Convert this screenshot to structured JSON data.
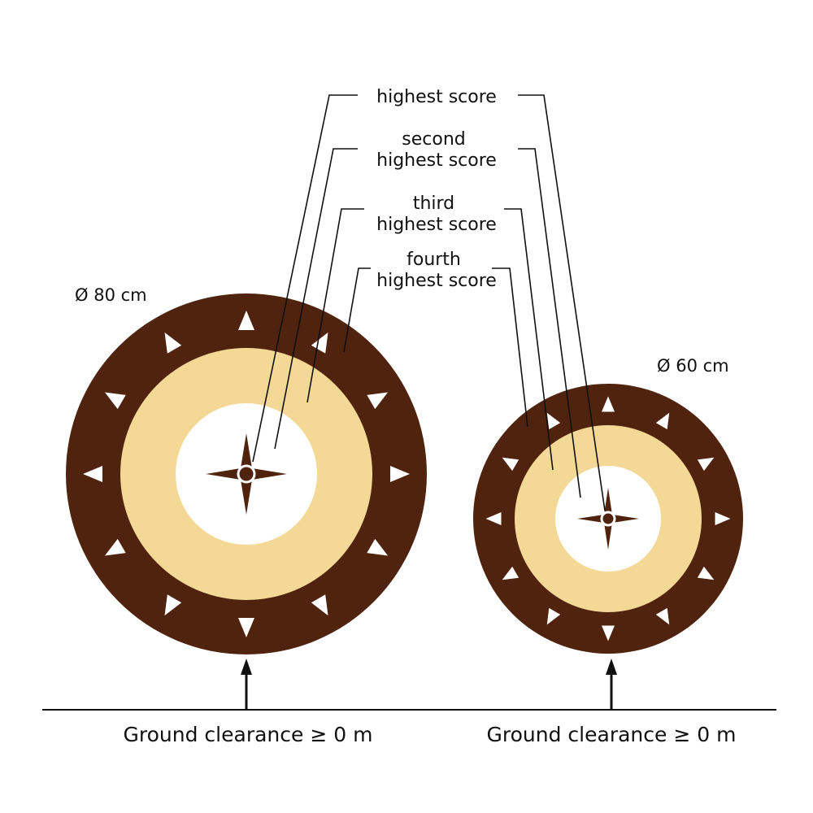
{
  "colors": {
    "outer_ring": "#4f230d",
    "middle_ring": "#f4d896",
    "inner_ring": "#ffffff",
    "center": "#4f230d",
    "lines": "#111111"
  },
  "score_labels": {
    "highest": [
      "highest score"
    ],
    "second": [
      "second",
      "highest score"
    ],
    "third": [
      "third",
      "highest score"
    ],
    "fourth": [
      "fourth",
      "highest score"
    ]
  },
  "targets": [
    {
      "diameter_label": "Ø 80 cm",
      "ground_label": "Ground clearance ≥ 0  m"
    },
    {
      "diameter_label": "Ø 60 cm",
      "ground_label": "Ground clearance ≥ 0  m"
    }
  ]
}
